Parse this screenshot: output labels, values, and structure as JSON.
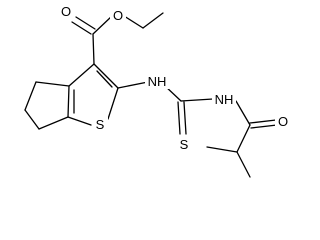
{
  "molecule": {
    "atoms": {
      "o_ether": "O",
      "o_carbonyl_ester": "O",
      "nh_thioamide": "NH",
      "nh_amide": "NH",
      "o_amide": "O",
      "s_ring": "S",
      "s_thione": "S"
    }
  }
}
